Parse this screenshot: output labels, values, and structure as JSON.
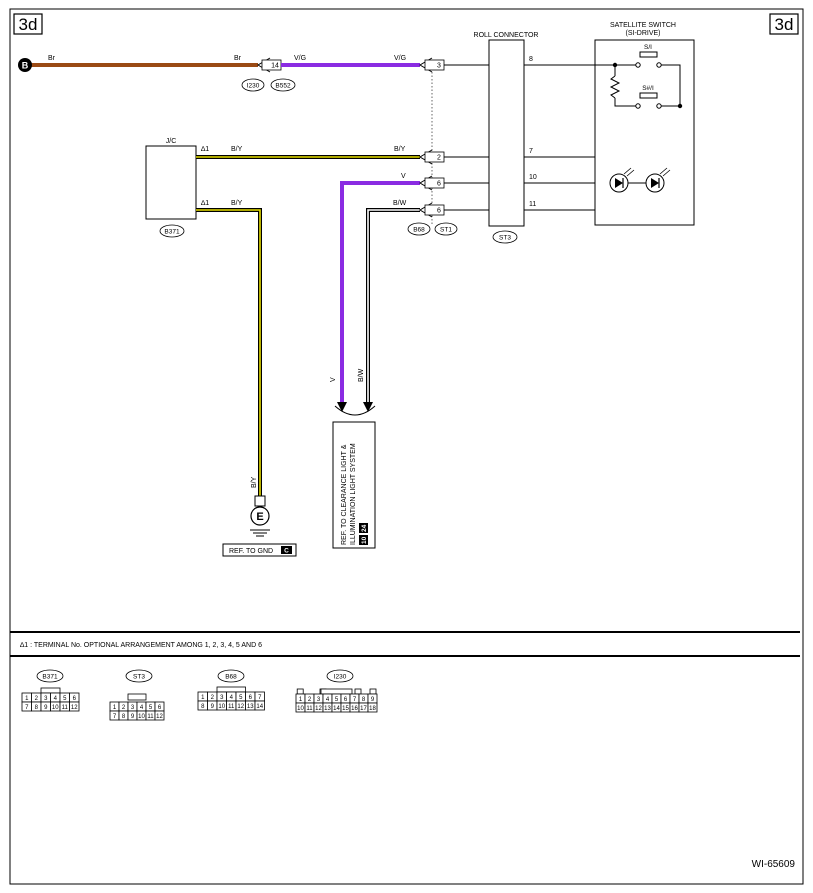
{
  "page_tag": "3d",
  "figure_id": "WI-65609",
  "colors": {
    "br": "#9a4a14",
    "vg": "#8a2be2",
    "v": "#8a2be2",
    "by_stripe": "#e8e000",
    "bw_stripe": "#ffffff",
    "black": "#000000"
  },
  "terminal_b": "B",
  "terminal_e": "E",
  "wires": {
    "br_left": "Br",
    "br_mid": "Br",
    "vg_left": "V/G",
    "vg_right": "V/G",
    "by_upper_left": "B/Y",
    "by_upper_right": "B/Y",
    "by_lower": "B/Y",
    "by_vertical": "B/Y",
    "v_right": "V",
    "bw_right": "B/W",
    "v_vertical": "V",
    "bw_vertical": "B/W"
  },
  "connectors": {
    "pin14": "14",
    "pin3": "3",
    "pin2": "2",
    "pin6a": "6",
    "pin6b": "6",
    "tag_i230": "I230",
    "tag_b552": "B552",
    "tag_b371": "B371",
    "tag_b68": "B68",
    "tag_st1": "ST1",
    "tag_st3": "ST3"
  },
  "roll_connector": {
    "title": "ROLL CONNECTOR",
    "pins": [
      "8",
      "7",
      "10",
      "11"
    ]
  },
  "satellite_switch": {
    "title_line1": "SATELLITE SWITCH",
    "title_line2": "(SI-DRIVE)",
    "sw1": "S/I",
    "sw2": "S#/I"
  },
  "jc": {
    "label": "J/C",
    "star1": "∆1",
    "star2": "∆1"
  },
  "ref_gnd": {
    "text": "REF. TO GND",
    "badge": "C"
  },
  "ref_clearance": {
    "line1": "REF. TO CLEARANCE LIGHT &",
    "line2": "ILLUMINATION LIGHT SYSTEM",
    "badge1": "10",
    "badge2": "24"
  },
  "footnote": "∆1 : TERMINAL No. OPTIONAL ARRANGEMENT AMONG 1, 2, 3, 4, 5 AND 6",
  "connector_faces": {
    "b371": {
      "tag": "B371",
      "row1": [
        "1",
        "2",
        "3",
        "4",
        "5",
        "6"
      ],
      "row2": [
        "7",
        "8",
        "9",
        "10",
        "11",
        "12"
      ]
    },
    "st3": {
      "tag": "ST3",
      "row1": [
        "1",
        "2",
        "3",
        "4",
        "5",
        "6"
      ],
      "row2": [
        "7",
        "8",
        "9",
        "10",
        "11",
        "12"
      ]
    },
    "b68": {
      "tag": "B68",
      "row1": [
        "1",
        "2",
        "3",
        "4",
        "5",
        "6",
        "7"
      ],
      "row2": [
        "8",
        "9",
        "10",
        "11",
        "12",
        "13",
        "14"
      ]
    },
    "i230": {
      "tag": "I230",
      "row1": [
        "1",
        "2",
        "3",
        "4",
        "5",
        "6",
        "7",
        "8",
        "9"
      ],
      "row2": [
        "10",
        "11",
        "12",
        "13",
        "14",
        "15",
        "16",
        "17",
        "18"
      ]
    }
  }
}
